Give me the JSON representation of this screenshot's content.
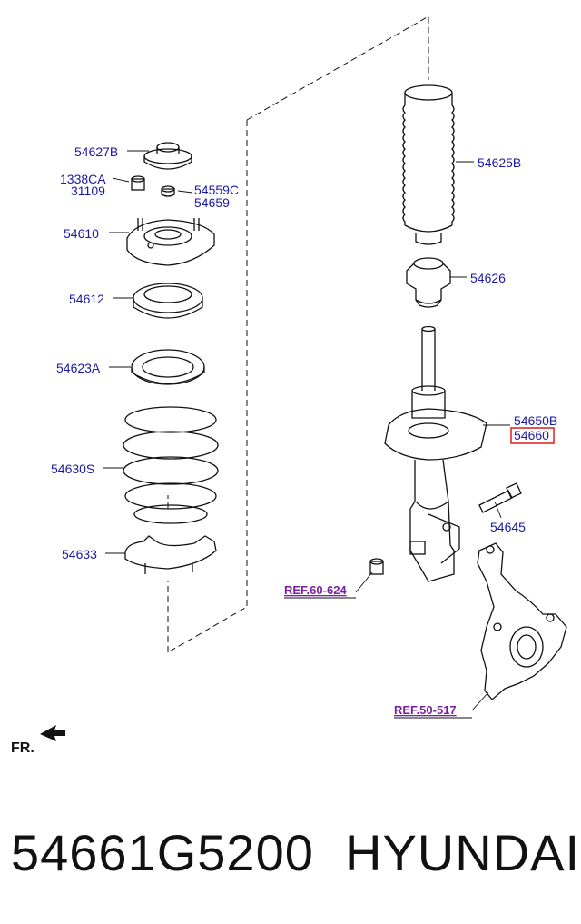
{
  "labels": {
    "p54627B": "54627B",
    "p1338CA": "1338CA",
    "p31109": "31109",
    "p54559C": "54559C",
    "p54659": "54659",
    "p54610": "54610",
    "p54612": "54612",
    "p54623A": "54623A",
    "p54630S": "54630S",
    "p54633": "54633",
    "p54625B": "54625B",
    "p54626": "54626",
    "p54650B": "54650B",
    "p54660": "54660",
    "p54645": "54645",
    "ref60624": "REF.60-624",
    "ref50517": "REF.50-517",
    "front": "FR."
  },
  "footer": {
    "part_number": "54661G5200",
    "brand": "HYUNDAI"
  },
  "colors": {
    "label": "#1a1aa6",
    "ref": "#7b1fa2",
    "highlight_box": "#e01b1b"
  },
  "highlighted_label": "54660"
}
